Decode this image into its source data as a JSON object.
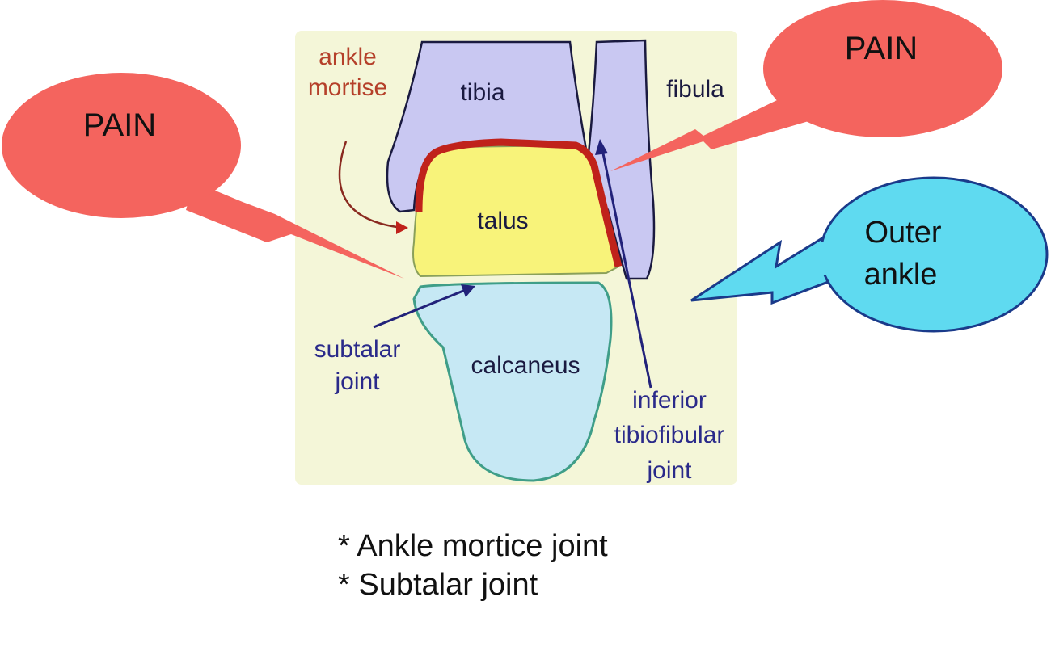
{
  "diagram": {
    "labels": {
      "ankle_mortise_1": "ankle",
      "ankle_mortise_2": "mortise",
      "tibia": "tibia",
      "fibula": "fibula",
      "talus": "talus",
      "calcaneus": "calcaneus",
      "subtalar_1": "subtalar",
      "subtalar_2": "joint",
      "inferior_1": "inferior",
      "inferior_2": "tibiofibular",
      "inferior_3": "joint"
    },
    "callouts": {
      "pain_left": "PAIN",
      "pain_right": "PAIN",
      "outer_ankle_1": "Outer",
      "outer_ankle_2": "ankle"
    },
    "colors": {
      "panel": "#f4f6d8",
      "bone_lavender": "#c9c8f2",
      "talus_yellow": "#f8f37a",
      "calcaneus_blue": "#c6e8f4",
      "mortise_red": "#c0221b",
      "pain_red": "#f4645e",
      "outer_cyan": "#5fdaf0"
    }
  },
  "notes": [
    "* Ankle mortice joint",
    "* Subtalar joint"
  ]
}
